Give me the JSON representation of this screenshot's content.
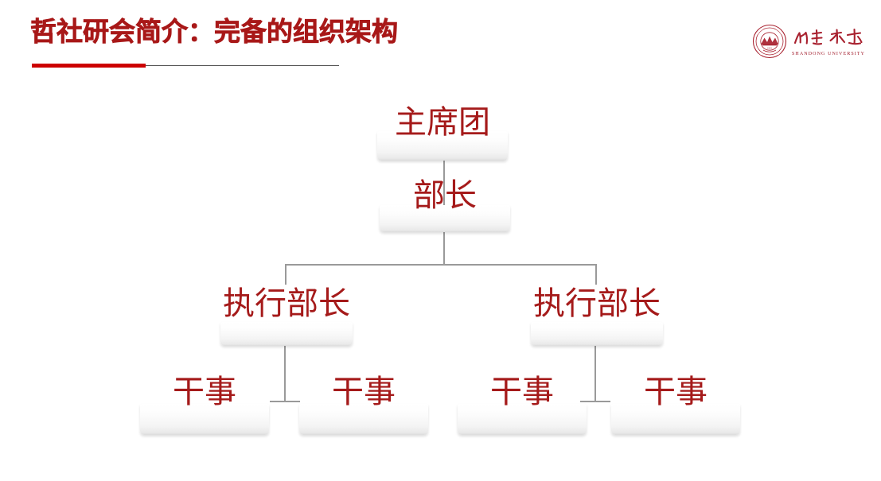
{
  "slide": {
    "title": "哲社研会简介：完备的组织架构",
    "background_color": "#ffffff",
    "accent_red": "#CC0000",
    "title_color": "#A81818",
    "node_text_color": "#A51A1A",
    "connector_color": "#9a9a9a"
  },
  "logo": {
    "name": "shandong-university-logo",
    "wordmark_cn": "山东大学",
    "romanized": "SHANDONG UNIVERSITY",
    "color": "#A01828"
  },
  "chart_data": {
    "type": "diagram",
    "title": "完备的组织架构",
    "orientation": "top-down",
    "levels": [
      {
        "level": 1,
        "labels": [
          "主席团"
        ]
      },
      {
        "level": 2,
        "labels": [
          "部长"
        ]
      },
      {
        "level": 3,
        "labels": [
          "执行部长",
          "执行部长"
        ]
      },
      {
        "level": 4,
        "labels": [
          "干事",
          "干事",
          "干事",
          "干事"
        ]
      }
    ],
    "nodes": [
      {
        "id": "n1",
        "label": "主席团",
        "level": 1,
        "parent": null
      },
      {
        "id": "n2",
        "label": "部长",
        "level": 2,
        "parent": "n1"
      },
      {
        "id": "n3",
        "label": "执行部长",
        "level": 3,
        "parent": "n2"
      },
      {
        "id": "n4",
        "label": "执行部长",
        "level": 3,
        "parent": "n2"
      },
      {
        "id": "n5",
        "label": "干事",
        "level": 4,
        "parent": "n3"
      },
      {
        "id": "n6",
        "label": "干事",
        "level": 4,
        "parent": "n3"
      },
      {
        "id": "n7",
        "label": "干事",
        "level": 4,
        "parent": "n4"
      },
      {
        "id": "n8",
        "label": "干事",
        "level": 4,
        "parent": "n4"
      }
    ]
  }
}
